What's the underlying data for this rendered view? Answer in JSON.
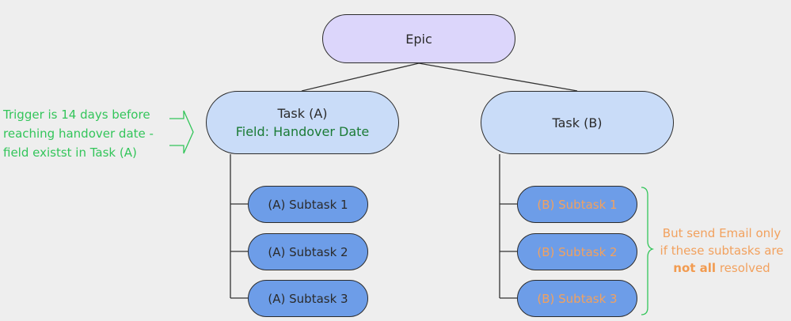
{
  "epic": {
    "label": "Epic"
  },
  "task_a": {
    "title": "Task (A)",
    "field": "Field: Handover Date"
  },
  "task_b": {
    "title": "Task (B)"
  },
  "subtasks_a": [
    "(A) Subtask 1",
    "(A) Subtask 2",
    "(A) Subtask 3"
  ],
  "subtasks_b": [
    "(B) Subtask 1",
    "(B) Subtask 2",
    "(B) Subtask 3"
  ],
  "note_left": {
    "lines": [
      "Trigger is 14 days before",
      "reaching handover date -",
      "field existst in Task (A)"
    ]
  },
  "note_right": {
    "line1": "But send Email only",
    "line2": "if these subtasks are",
    "line3_bold": "not all",
    "line3_rest": " resolved"
  },
  "colors": {
    "background": "#eeeeee",
    "epic_fill": "#dcd6fb",
    "task_fill": "#c9dcf8",
    "subtask_fill": "#6d9de8",
    "trigger_note": "#33c55a",
    "field_text": "#1b7b36",
    "condition_note": "#f2a15e"
  }
}
